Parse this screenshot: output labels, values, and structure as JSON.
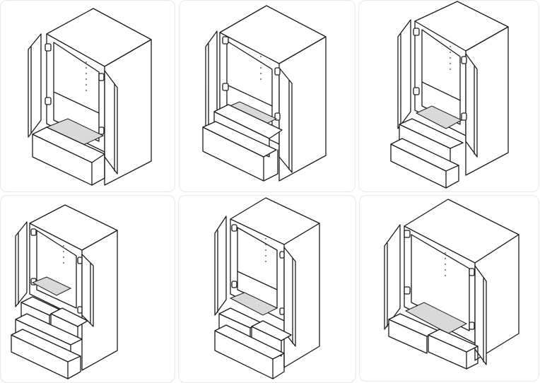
{
  "images": [
    {
      "variant": "two-door-one-drawer-narrow",
      "doors": 2,
      "drawers": 1,
      "drawer_rows": [
        1
      ]
    },
    {
      "variant": "two-door-two-drawer",
      "doors": 2,
      "drawers": 2,
      "drawer_rows": [
        1,
        1
      ]
    },
    {
      "variant": "two-door-two-drawer-open-shelf",
      "doors": 2,
      "drawers": 2,
      "drawer_rows": [
        1,
        1
      ]
    },
    {
      "variant": "two-door-four-drawer",
      "doors": 2,
      "drawers": 4,
      "drawer_rows": [
        2,
        1,
        1
      ]
    },
    {
      "variant": "two-door-three-drawer",
      "doors": 2,
      "drawers": 3,
      "drawer_rows": [
        2,
        1
      ]
    },
    {
      "variant": "two-door-two-drawer-wide",
      "doors": 2,
      "drawers": 2,
      "drawer_rows": [
        2
      ]
    }
  ],
  "colors": {
    "line": "#1b1b1b",
    "background": "#ffffff",
    "card_border": "#e6e6e6",
    "drawer_slot": "#d9d9d9"
  }
}
